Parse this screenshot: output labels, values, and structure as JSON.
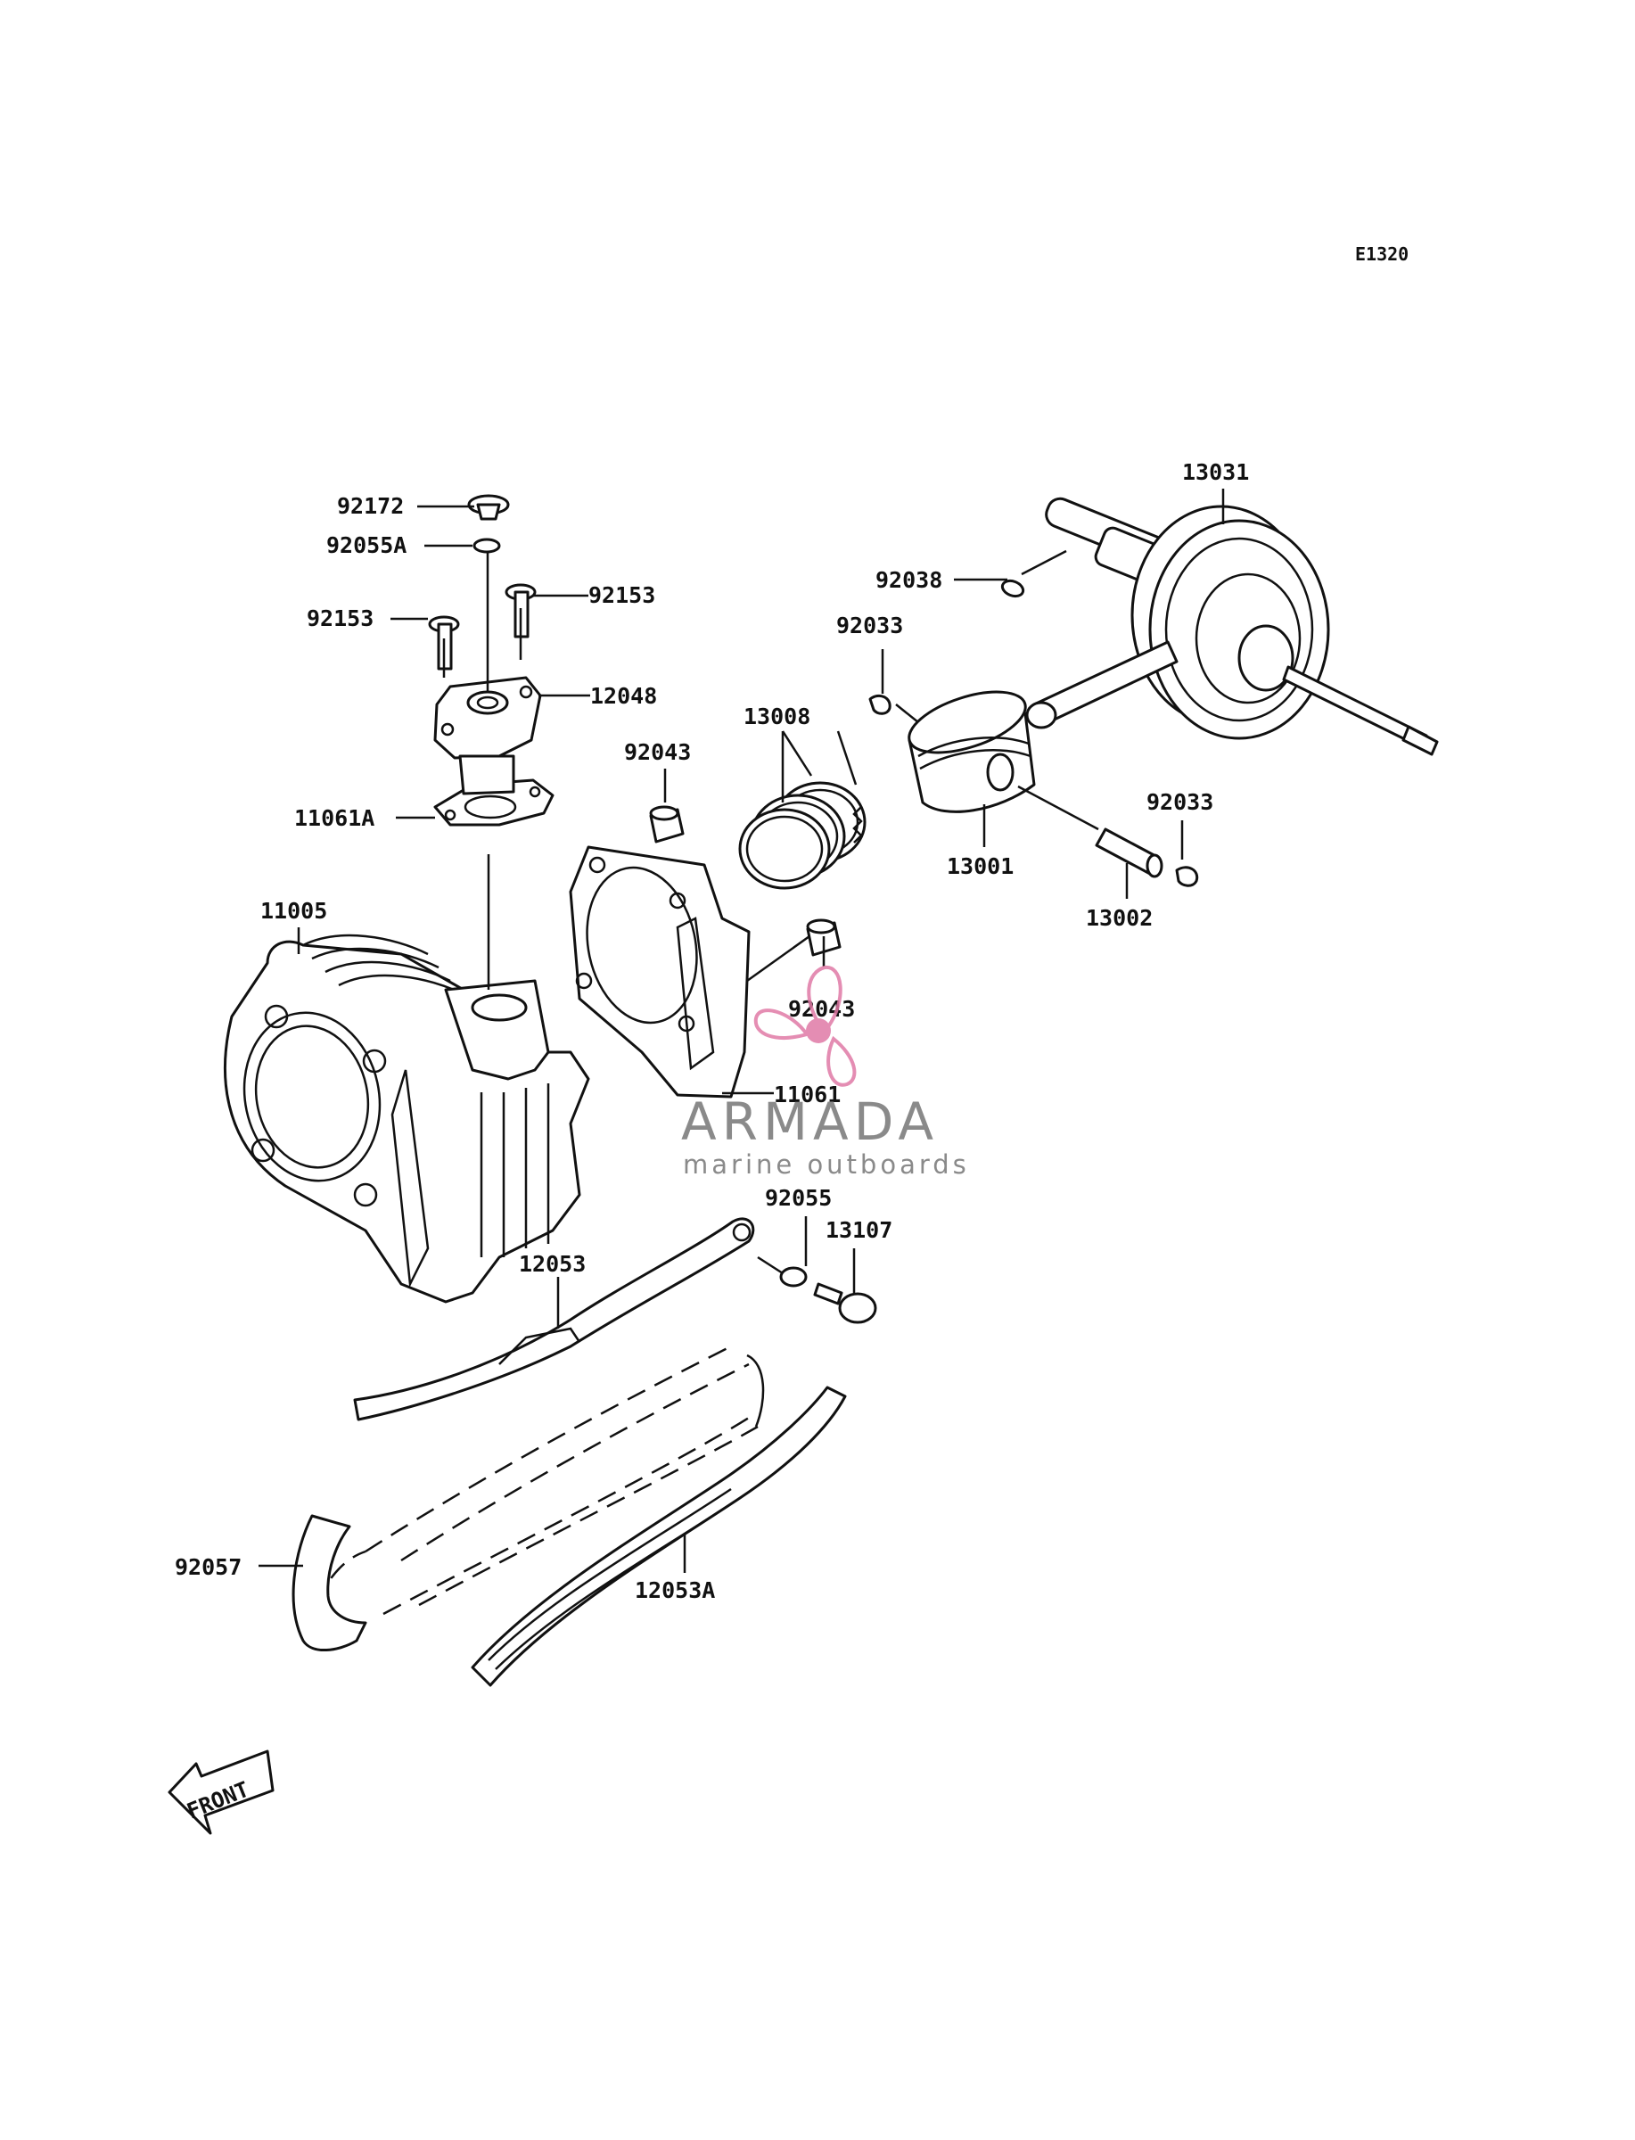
{
  "sheet_code": "E1320",
  "part_numbers": {
    "p92172": "92172",
    "p92055A": "92055A",
    "p92153_left": "92153",
    "p92153_right": "92153",
    "p12048": "12048",
    "p11061A": "11061A",
    "p11005": "11005",
    "p92043_top": "92043",
    "p92043_mid": "92043",
    "p11061": "11061",
    "p13008": "13008",
    "p92033_top": "92033",
    "p92038": "92038",
    "p13031": "13031",
    "p13001": "13001",
    "p92033_right": "92033",
    "p13002": "13002",
    "p92055": "92055",
    "p13107": "13107",
    "p12053": "12053",
    "p92057": "92057",
    "p12053A": "12053A"
  },
  "watermark": {
    "name": "ARMADA",
    "tagline": "marine outboards",
    "accent_color": "#e07aa6",
    "text_color": "#8a8a8a"
  },
  "front_marker": {
    "label": "FRONT"
  }
}
